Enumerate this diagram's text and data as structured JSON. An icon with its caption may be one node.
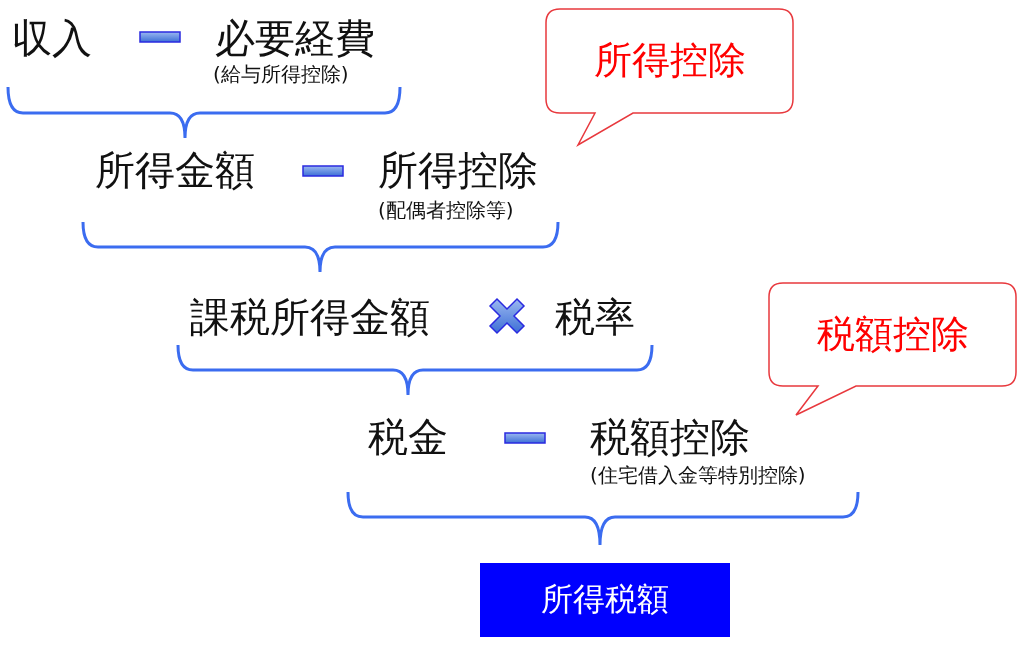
{
  "diagram": {
    "nodes": [
      {
        "text": [
          "所得控除"
        ]
      },
      {
        "text": [
          "税額控除"
        ]
      },
      {
        "text": [
          "所得税額"
        ]
      }
    ],
    "labels": [
      "収入",
      "必要経費",
      "(給与所得控除)",
      "所得金額",
      "所得控除",
      "(配偶者控除等)",
      "課税所得金額",
      "税率",
      "税金",
      "税額控除",
      "(住宅借入金等特別控除)"
    ]
  }
}
